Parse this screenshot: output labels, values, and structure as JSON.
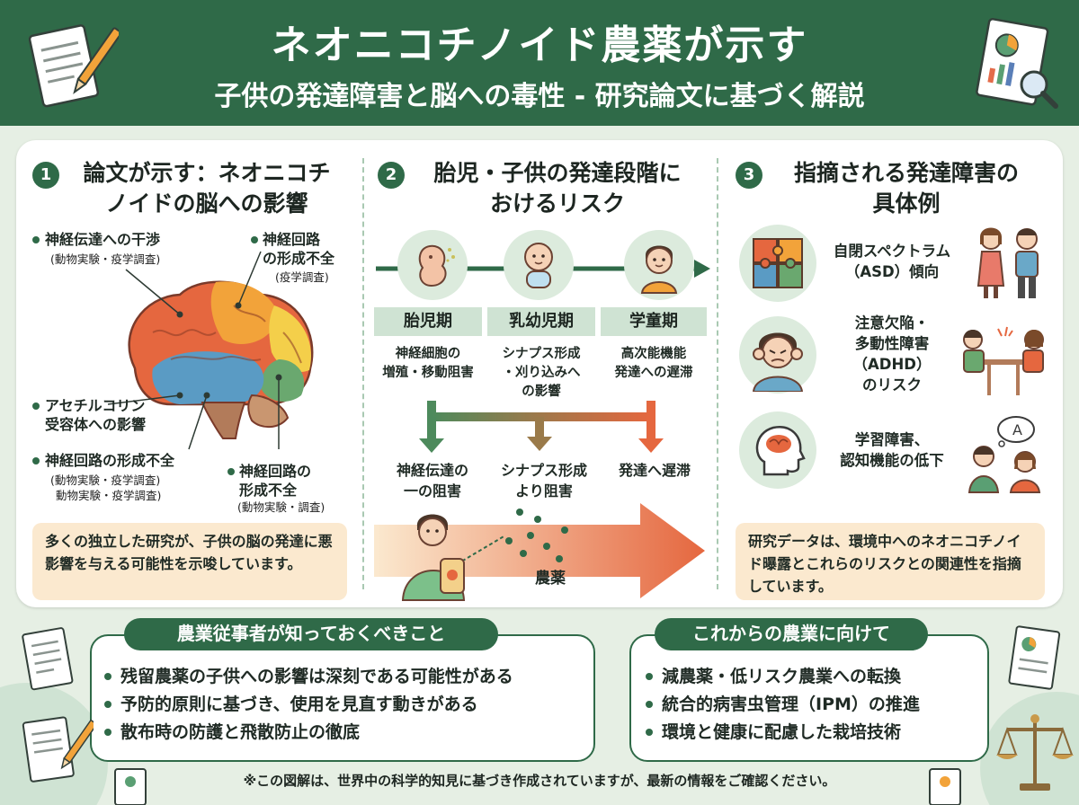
{
  "header": {
    "title": "ネオニコチノイド農薬が示す",
    "subtitle": "子供の発達障害と脳への毒性 - 研究論文に基づく解説"
  },
  "colors": {
    "primary": "#2f6a48",
    "note_bg": "#fbe9cf",
    "light": "#cfe3d3"
  },
  "section1": {
    "number": "1",
    "title_line1": "論文が示す：ネオニコチ",
    "title_line2": "ノイドの脳への影響",
    "labels": [
      {
        "text": "神経伝達への干渉",
        "sub": "(動物実験・疫学調査)"
      },
      {
        "text_line1": "神経回路",
        "text_line2": "の形成不全",
        "sub": "(疫学調査)"
      },
      {
        "text_line1": "アセチルコリン",
        "text_line2": "受容体への影響"
      },
      {
        "text": "神経回路の形成不全",
        "sub_line1": "(動物実験・疫学調査)",
        "sub_line2": "動物実験・疫学調査)"
      },
      {
        "text_line1": "神経回路の",
        "text_line2": "形成不全",
        "sub": "(動物実験・調査)"
      }
    ],
    "note": "多くの独立した研究が、子供の脳の発達に悪影響を与える可能性を示唆しています。",
    "icon": "brain-icon"
  },
  "section2": {
    "number": "2",
    "title_line1": "胎児・子供の発達段階に",
    "title_line2": "おけるリスク",
    "stages": [
      {
        "label": "胎児期",
        "effect_line1": "神経細胞の",
        "effect_line2": "増殖・移動阻害",
        "icon": "fetus-icon"
      },
      {
        "label": "乳幼児期",
        "effect_line1": "シナプス形成",
        "effect_line2": "・刈り込みへ",
        "effect_line3": "の影響",
        "icon": "baby-icon"
      },
      {
        "label": "学童期",
        "effect_line1": "高次能機能",
        "effect_line2": "発達への遅滞",
        "icon": "child-icon"
      }
    ],
    "outcomes": [
      {
        "line1": "神経伝達の",
        "line2": "一の阻害"
      },
      {
        "line1": "シナプス形成",
        "line2": "より阻害"
      },
      {
        "line1": "発達へ遅滞"
      }
    ],
    "pesticide_label": "農薬"
  },
  "section3": {
    "number": "3",
    "title_line1": "指摘される発達障害の",
    "title_line2": "具体例",
    "items": [
      {
        "line1": "自閉スペクトラム",
        "line2": "（ASD）傾向",
        "icon": "puzzle-icon"
      },
      {
        "line1": "注意欠陥・",
        "line2": "多動性障害",
        "line3": "（ADHD）",
        "line4": "のリスク",
        "icon": "stressed-child-icon"
      },
      {
        "line1": "学習障害、",
        "line2": "認知機能の低下",
        "icon": "head-brain-icon"
      }
    ],
    "note": "研究データは、環境中へのネオニコチノイド曝露とこれらのリスクとの関連性を指摘しています。"
  },
  "farmers": {
    "title": "農業従事者が知っておくべきこと",
    "items": [
      "残留農薬の子供への影響は深刻である可能性がある",
      "予防的原則に基づき、使用を見直す動きがある",
      "散布時の防護と飛散防止の徹底"
    ]
  },
  "future": {
    "title": "これからの農業に向けて",
    "items": [
      "減農薬・低リスク農業への転換",
      "統合的病害虫管理（IPM）の推進",
      "環境と健康に配慮した栽培技術"
    ]
  },
  "footnote": "※この図解は、世界中の科学的知見に基づき作成されていますが、最新の情報をご確認ください。"
}
